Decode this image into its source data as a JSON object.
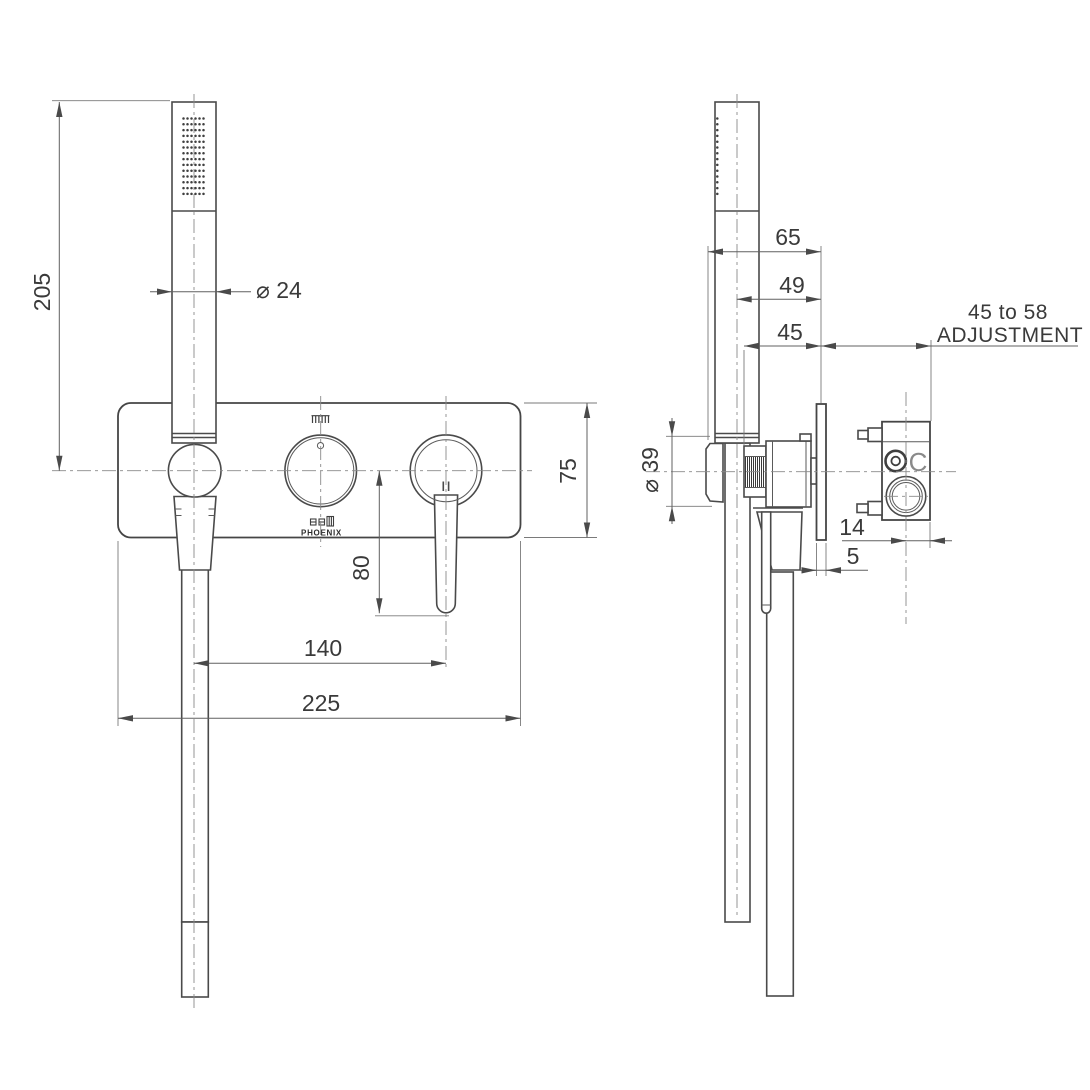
{
  "drawing": {
    "brand": "PHOENIX",
    "port_label": "C",
    "front_view": {
      "dim_height_to_centre": "205",
      "dim_handle_diameter": "⌀ 24",
      "dim_plate_height": "75",
      "dim_lever_drop": "80",
      "dim_hose_to_lever": "140",
      "dim_plate_width": "225"
    },
    "side_view": {
      "dim_face_to_wall": "65",
      "dim_centre_to_wall": "49",
      "dim_knob_to_wall": "45",
      "adjustment_line1": "45 to 58",
      "adjustment_line2": "ADJUSTMENT",
      "dim_holder_diameter": "⌀ 39",
      "dim_outlet_offset": "14",
      "dim_plate_thickness": "5"
    },
    "colors": {
      "line": "#4a4a4a",
      "dimension": "#606060",
      "text": "#3a3a3a",
      "background": "#ffffff"
    }
  }
}
